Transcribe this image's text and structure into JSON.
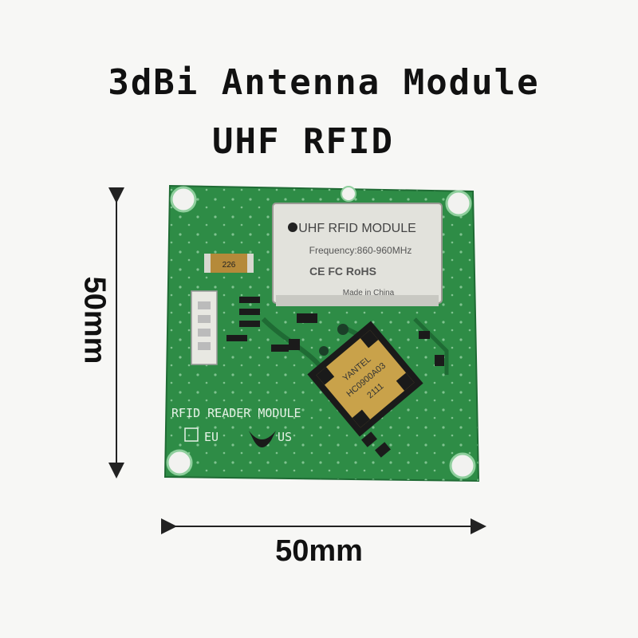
{
  "title": {
    "line1": "3dBi Antenna Module",
    "line2": "UHF RFID"
  },
  "dimensions": {
    "width": "50mm",
    "height": "50mm"
  },
  "board": {
    "shield_line1": "UHF RFID MODULE",
    "shield_line2": "Frequency:860-960MHz",
    "shield_marks": "CE FC RoHS",
    "shield_line3": "Made in China",
    "filter_brand": "YANTEL",
    "filter_part": "HC0900A03",
    "filter_code": "2111",
    "silkscreen": "RFID READER MODULE",
    "region_eu": "EU",
    "region_us": "US",
    "capacitor_code": "226",
    "colors": {
      "pcb": "#2f8f4a",
      "shield": "#dcdcd6",
      "gold": "#c9a24a"
    }
  }
}
